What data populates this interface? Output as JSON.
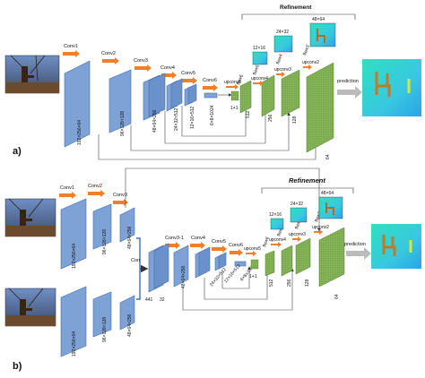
{
  "panel_a": {
    "label": "a)",
    "refinement_title": "Refinement",
    "conv_labels": [
      "Conv1",
      "Conv2",
      "Conv3",
      "Conv4",
      "Conv5",
      "Conv6"
    ],
    "dims": [
      "192×256×64",
      "96×128×128",
      "48×64×256",
      "24×32×512",
      "12×16×512",
      "6×8×1024"
    ],
    "upconv_labels": [
      "upconv5",
      "upconv4",
      "upconv3",
      "upconv2"
    ],
    "flow_labels": [
      "flow6",
      "flow5",
      "flow4",
      "flow3"
    ],
    "decoder_channels": [
      "1+1",
      "512",
      "256",
      "128",
      "64"
    ],
    "flow_sizes": [
      "12×16",
      "24×32",
      "48×64"
    ],
    "prediction_label": "prediction"
  },
  "panel_b": {
    "label": "b)",
    "refinement_title": "Refinement",
    "conv_labels": [
      "Conv1",
      "Conv2",
      "Conv3",
      "Conv3-1",
      "Conv4",
      "Conv5",
      "Conv6"
    ],
    "corr_label": "Corr",
    "dims_top": [
      "192×256×64",
      "96×128×128",
      "48×64×256"
    ],
    "dims_bottom": [
      "192×256×64",
      "96×128×128",
      "48×64×256"
    ],
    "corr_channels": [
      "441",
      "32"
    ],
    "dims_mid": [
      "48×64×256",
      "24×32×512",
      "12×16×512",
      "6×8×1024"
    ],
    "upconv_labels": [
      "upconv5",
      "upconv4",
      "upconv3",
      "upconv2"
    ],
    "flow_labels": [
      "flow6",
      "flow5",
      "flow4",
      "flow3"
    ],
    "decoder_channels": [
      "1+1",
      "512",
      "256",
      "128",
      "64"
    ],
    "flow_sizes": [
      "12×16",
      "24×32",
      "48×64"
    ],
    "prediction_label": "prediction"
  },
  "colors": {
    "conv_block": "#7fa2d6",
    "conv_block_dark": "#3e6eb4",
    "conv_arrow": "#f07f2a",
    "decoder_block": "#8dba5d",
    "decoder_block_dark": "#4d7d2c",
    "flow_bg": "#3ad4b4",
    "prediction_arrow": "#bbbbbb"
  },
  "icons": [
    "photo-thumbnail",
    "flow-field-thumbnail"
  ]
}
